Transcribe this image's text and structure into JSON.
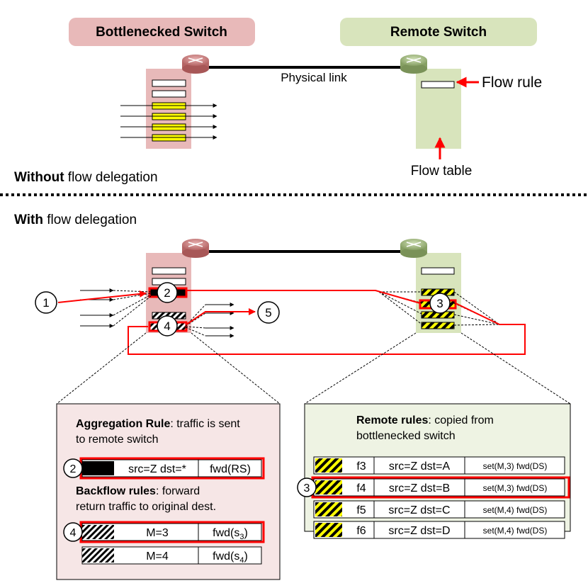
{
  "top": {
    "bottleneck_label": "Bottlenecked Switch",
    "remote_label": "Remote Switch",
    "physical_link": "Physical link",
    "flow_rule": "Flow rule",
    "flow_table": "Flow table",
    "without_bold": "Without",
    "without_rest": " flow delegation"
  },
  "bottom": {
    "with_bold": "With",
    "with_rest": " flow delegation",
    "markers": [
      "1",
      "2",
      "3",
      "4",
      "5"
    ]
  },
  "left_box": {
    "agg_title": "Aggregation Rule",
    "agg_text1": ": traffic is sent",
    "agg_text2": "to remote switch",
    "agg_rule": {
      "num": "2",
      "match": "src=Z dst=*",
      "action": "fwd(RS)"
    },
    "back_title": "Backflow rules",
    "back_text1": ": forward",
    "back_text2": "return traffic to original dest.",
    "back_rules": [
      {
        "num": "4",
        "match": "M=3",
        "action": "fwd(s",
        "sub": "3",
        "close": ")"
      },
      {
        "num": "",
        "match": "M=4",
        "action": "fwd(s",
        "sub": "4",
        "close": ")"
      }
    ]
  },
  "right_box": {
    "title": "Remote rules",
    "text1": ": copied from",
    "text2": "bottlenecked switch",
    "rules": [
      {
        "num": "",
        "id": "f3",
        "match": "src=Z dst=A",
        "action": "set(M,3) fwd(DS)"
      },
      {
        "num": "3",
        "id": "f4",
        "match": "src=Z dst=B",
        "action": "set(M,3) fwd(DS)"
      },
      {
        "num": "",
        "id": "f5",
        "match": "src=Z dst=C",
        "action": "set(M,4) fwd(DS)"
      },
      {
        "num": "",
        "id": "f6",
        "match": "src=Z dst=D",
        "action": "set(M,4) fwd(DS)"
      }
    ]
  },
  "colors": {
    "bottleneck_bg": "#e8b9b9",
    "remote_bg": "#d8e4bc",
    "left_box_bg": "#f6e6e6",
    "right_box_bg": "#eef3e3",
    "highlight": "#ff0000",
    "rule_yellow": "#ffff00",
    "router_red": "#c97b7b",
    "router_green": "#9bb57a"
  }
}
